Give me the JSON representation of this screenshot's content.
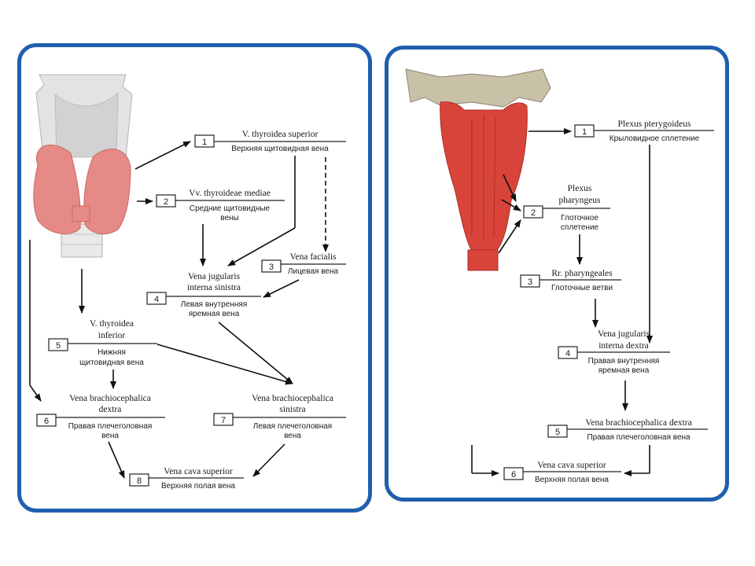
{
  "left": {
    "nodes": [
      {
        "num": "1",
        "latin": [
          "V. thyroidea superior"
        ],
        "russian": [
          "Верхняя щитовидная вена"
        ]
      },
      {
        "num": "2",
        "latin": [
          "Vv. thyroideae mediae"
        ],
        "russian": [
          "Средние щитовидные",
          "вены"
        ]
      },
      {
        "num": "3",
        "latin": [
          "Vena facialis"
        ],
        "russian": [
          "Лицевая вена"
        ]
      },
      {
        "num": "4",
        "latin": [
          "Vena jugularis",
          "interna sinistra"
        ],
        "russian": [
          "Левая внутренняя",
          "яремная вена"
        ]
      },
      {
        "num": "5",
        "latin": [
          "V. thyroidea",
          "inferior"
        ],
        "russian": [
          "Нижняя",
          "щитовидная вена"
        ]
      },
      {
        "num": "6",
        "latin": [
          "Vena brachiocephalica",
          "dextra"
        ],
        "russian": [
          "Правая плечеголовная",
          "вена"
        ]
      },
      {
        "num": "7",
        "latin": [
          "Vena brachiocephalica",
          "sinistra"
        ],
        "russian": [
          "Левая плечеголовная",
          "вена"
        ]
      },
      {
        "num": "8",
        "latin": [
          "Vena cava superior"
        ],
        "russian": [
          "Верхняя полая вена"
        ]
      }
    ]
  },
  "right": {
    "nodes": [
      {
        "num": "1",
        "latin": [
          "Plexus pterygoideus"
        ],
        "russian": [
          "Крыловидное сплетение"
        ]
      },
      {
        "num": "2",
        "latin": [
          "Plexus",
          "pharyngeus"
        ],
        "russian": [
          "Глоточное",
          "сплетение"
        ]
      },
      {
        "num": "3",
        "latin": [
          "Rr. pharyngeales"
        ],
        "russian": [
          "Глоточные ветви"
        ]
      },
      {
        "num": "4",
        "latin": [
          "Vena jugularis",
          "interna dextra"
        ],
        "russian": [
          "Правая внутренняя",
          "яремная вена"
        ]
      },
      {
        "num": "5",
        "latin": [
          "Vena brachiocephalica dextra"
        ],
        "russian": [
          "Правая плечеголовная вена"
        ]
      },
      {
        "num": "6",
        "latin": [
          "Vena cava superior"
        ],
        "russian": [
          "Верхняя полая вена"
        ]
      }
    ]
  },
  "colors": {
    "panel_border": "#1f5fae",
    "muscle": "#d9443a",
    "thyroid": "#e58a86",
    "cartilage": "#d8d8d8",
    "bone": "#c9c0a8"
  },
  "images": {
    "left": "thyroid-gland-illustration",
    "right": "pharynx-muscles-illustration"
  }
}
